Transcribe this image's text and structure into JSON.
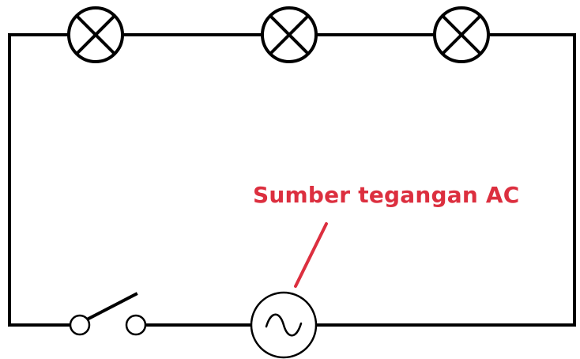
{
  "diagram": {
    "components": [
      {
        "type": "lamp",
        "symbol": "circle-with-x"
      },
      {
        "type": "lamp",
        "symbol": "circle-with-x"
      },
      {
        "type": "lamp",
        "symbol": "circle-with-x"
      },
      {
        "type": "switch",
        "state": "open"
      },
      {
        "type": "ac-voltage-source",
        "symbol": "circle-with-sine-wave"
      }
    ],
    "annotation": {
      "label": "Sumber tegangan AC",
      "color": "#dc2f3f"
    }
  }
}
